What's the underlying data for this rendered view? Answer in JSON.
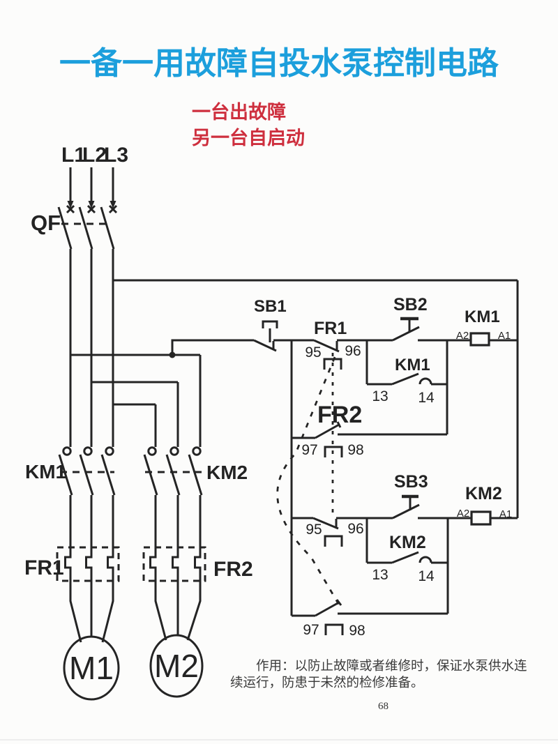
{
  "title": "一备一用故障自投水泵控制电路",
  "subtitle": {
    "line1": "一台出故障",
    "line2": "另一台自启动"
  },
  "colors": {
    "title": "#1C9FDC",
    "subtitle": "#CE2F3E",
    "ink": "#242424"
  },
  "power": {
    "phase_labels": [
      "L1",
      "L2",
      "L3"
    ],
    "breaker_label": "QF",
    "contactor1_label": "KM1",
    "contactor2_label": "KM2",
    "thermal1_label": "FR1",
    "thermal2_label": "FR2",
    "motor1_label": "M1",
    "motor2_label": "M2"
  },
  "control": {
    "sb1_label": "SB1",
    "fr1_contact_label": "FR1",
    "fr1_nc_left": "95",
    "fr1_nc_right": "96",
    "sb2_label": "SB2",
    "km1_coil_label": "KM1",
    "km1_a2": "A2",
    "km1_a1": "A1",
    "km1_aux_label": "KM1",
    "km1_aux_13": "13",
    "km1_aux_14": "14",
    "fr2_contact_label": "FR2",
    "fr2_no_left": "97",
    "fr2_no_right": "98",
    "fr2_nc_left": "95",
    "fr2_nc_right": "96",
    "sb3_label": "SB3",
    "km2_coil_label": "KM2",
    "km2_a2": "A2",
    "km2_a1": "A1",
    "km2_aux_label": "KM2",
    "km2_aux_13": "13",
    "km2_aux_14": "14",
    "fr1_no_left": "97",
    "fr1_no_right": "98"
  },
  "note": {
    "line1": "作用：以防止故障或者维修时，保证水泵供水连",
    "line2": "续运行，防患于未然的检修准备。"
  },
  "page_number": "68"
}
